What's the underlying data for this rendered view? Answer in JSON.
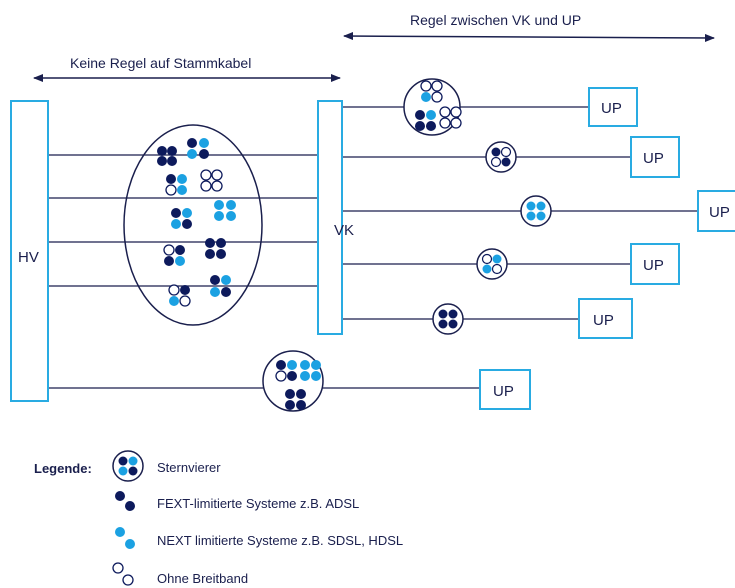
{
  "labels": {
    "regel_vk_up": "Regel zwischen VK und UP",
    "keine_regel": "Keine Regel auf Stammkabel",
    "hv": "HV",
    "vk": "VK",
    "up": "UP"
  },
  "legend": {
    "title": "Legende:",
    "sternvierer": "Sternvierer",
    "fext": "FEXT-limitierte Systeme z.B. ADSL",
    "next": "NEXT limitierte Systeme z.B. SDSL, HDSL",
    "ohne": "Ohne Breitband"
  },
  "colors": {
    "navy": "#0d1a5c",
    "light_blue": "#1ba1e2",
    "frame_blue": "#29abe2",
    "line": "#1a1f4d"
  }
}
